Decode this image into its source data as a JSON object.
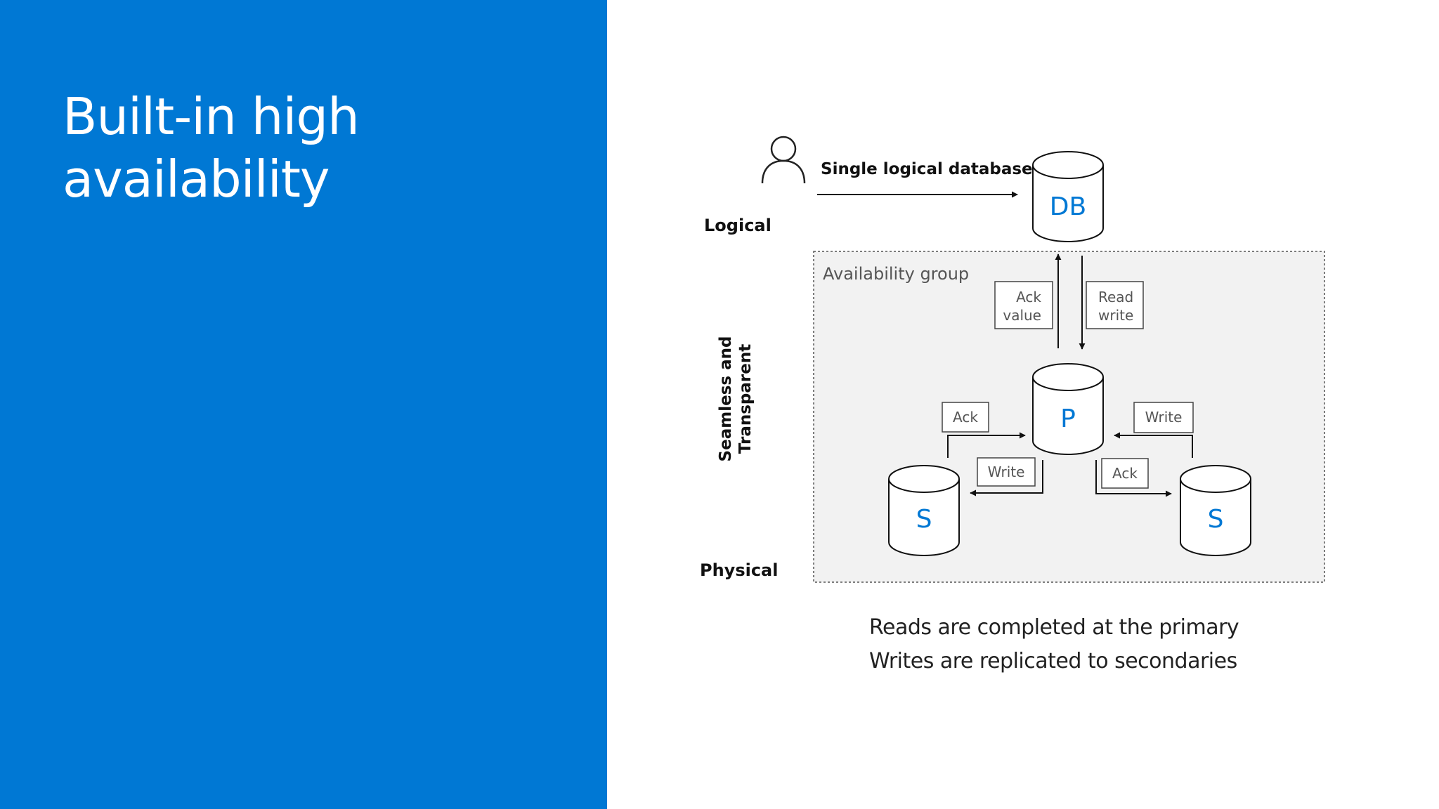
{
  "title": {
    "line1": "Built-in high",
    "line2": "availability"
  },
  "diagram": {
    "single_logical_database": "Single logical database",
    "logical_label": "Logical",
    "seamless_label_line1": "Seamless and",
    "seamless_label_line2": "Transparent",
    "physical_label": "Physical",
    "availability_group_label": "Availability group",
    "db_label": "DB",
    "primary_label": "P",
    "secondary_left_label": "S",
    "secondary_right_label": "S",
    "ack_value_line1": "Ack",
    "ack_value_line2": "value",
    "read_write_line1": "Read",
    "read_write_line2": "write",
    "ack_left": "Ack",
    "write_left": "Write",
    "write_right": "Write",
    "ack_right": "Ack"
  },
  "captions": {
    "line1": "Reads are completed at the primary",
    "line2": "Writes are replicated to secondaries"
  },
  "colors": {
    "brand_blue": "#0078d4",
    "group_fill": "#f2f2f2"
  },
  "icons": {
    "user": "user-icon"
  }
}
